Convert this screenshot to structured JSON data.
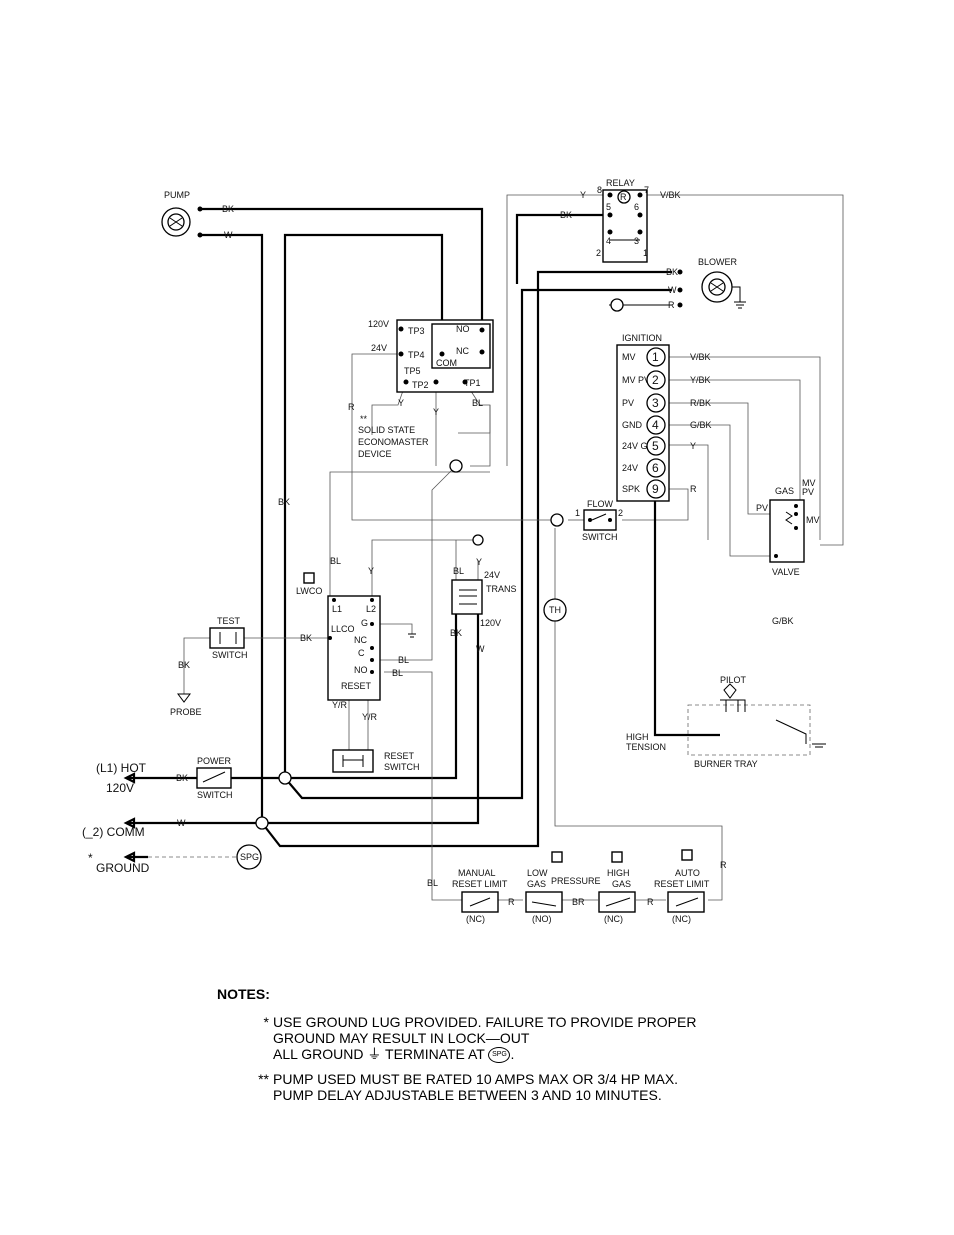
{
  "diagram": {
    "components": {
      "pump": "PUMP",
      "relay": "RELAY",
      "blower": "BLOWER",
      "ignition": "IGNITION",
      "econ_note": [
        "**",
        "SOLID STATE",
        "ECONOMASTER",
        "DEVICE"
      ],
      "gas_valve_top": "GAS",
      "gas_valve_bottom": "VALVE",
      "flow_switch": [
        "FLOW",
        "SWITCH"
      ],
      "lwco": "LWCO",
      "trans": [
        "24V",
        "TRANS",
        "120V"
      ],
      "test_switch": [
        "TEST",
        "SWITCH"
      ],
      "probe": "PROBE",
      "reset_switch": [
        "RESET",
        "SWITCH"
      ],
      "power_switch": [
        "POWER",
        "SWITCH"
      ],
      "pilot": "PILOT",
      "high_tension": [
        "HIGH",
        "TENSION"
      ],
      "burner_tray": "BURNER TRAY",
      "th": "TH",
      "spg": "SPG",
      "manual_reset": [
        "MANUAL",
        "RESET LIMIT",
        "(NC)"
      ],
      "low_gas": [
        "LOW",
        "GAS",
        "(NO)"
      ],
      "pressure": "PRESSURE",
      "high_gas": [
        "HIGH",
        "GAS",
        "(NC)"
      ],
      "auto_reset": [
        "AUTO",
        "RESET LIMIT",
        "(NC)"
      ]
    },
    "supply": {
      "hot": "(L1) HOT",
      "volts": "120V",
      "comm": "(_2) COMM",
      "ground_star": "*",
      "ground": "GROUND"
    },
    "econ_terminals": [
      "120V",
      "TP3",
      "24V",
      "TP4",
      "TP5",
      "TP2",
      "TP1",
      "NO",
      "NC",
      "COM"
    ],
    "relay_pins": [
      "8",
      "7",
      "5",
      "6",
      "4",
      "3",
      "2",
      "1"
    ],
    "ignition_terminals": [
      {
        "label": "MV",
        "num": "1",
        "wire": "V/BK"
      },
      {
        "label": "MV PV",
        "num": "2",
        "wire": "Y/BK"
      },
      {
        "label": "PV",
        "num": "3",
        "wire": "R/BK"
      },
      {
        "label": "GND",
        "num": "4",
        "wire": "G/BK"
      },
      {
        "label": "24V GND",
        "num": "5",
        "wire": "Y"
      },
      {
        "label": "24V",
        "num": "6",
        "wire": ""
      },
      {
        "label": "SPK",
        "num": "9",
        "wire": "R"
      }
    ],
    "lwco_terminals": [
      "L1",
      "L2",
      "LLCO",
      "G",
      "NC",
      "C",
      "NO",
      "RESET",
      "Y/R",
      "Y/R"
    ],
    "gas_terminals": [
      "MV",
      "PV",
      "PV",
      "MV"
    ],
    "flow_pins": [
      "1",
      "2"
    ],
    "wire_labels": {
      "bk": "BK",
      "w": "W",
      "y": "Y",
      "r": "R",
      "bl": "BL",
      "br": "BR",
      "v_bk": "V/BK",
      "g_bk": "G/BK"
    }
  },
  "notes": {
    "heading": "NOTES:",
    "items": [
      {
        "marker": "*",
        "lines": [
          "USE GROUND LUG PROVIDED. FAILURE TO PROVIDE PROPER",
          "GROUND MAY RESULT IN LOCK—OUT"
        ],
        "last_line_pre": "ALL GROUND ⏚ TERMINATE AT",
        "last_line_post": "."
      },
      {
        "marker": "**",
        "lines": [
          "PUMP USED MUST BE RATED 10 AMPS MAX OR 3/4 HP MAX.",
          "PUMP DELAY ADJUSTABLE BETWEEN 3 AND 10 MINUTES."
        ]
      }
    ]
  }
}
